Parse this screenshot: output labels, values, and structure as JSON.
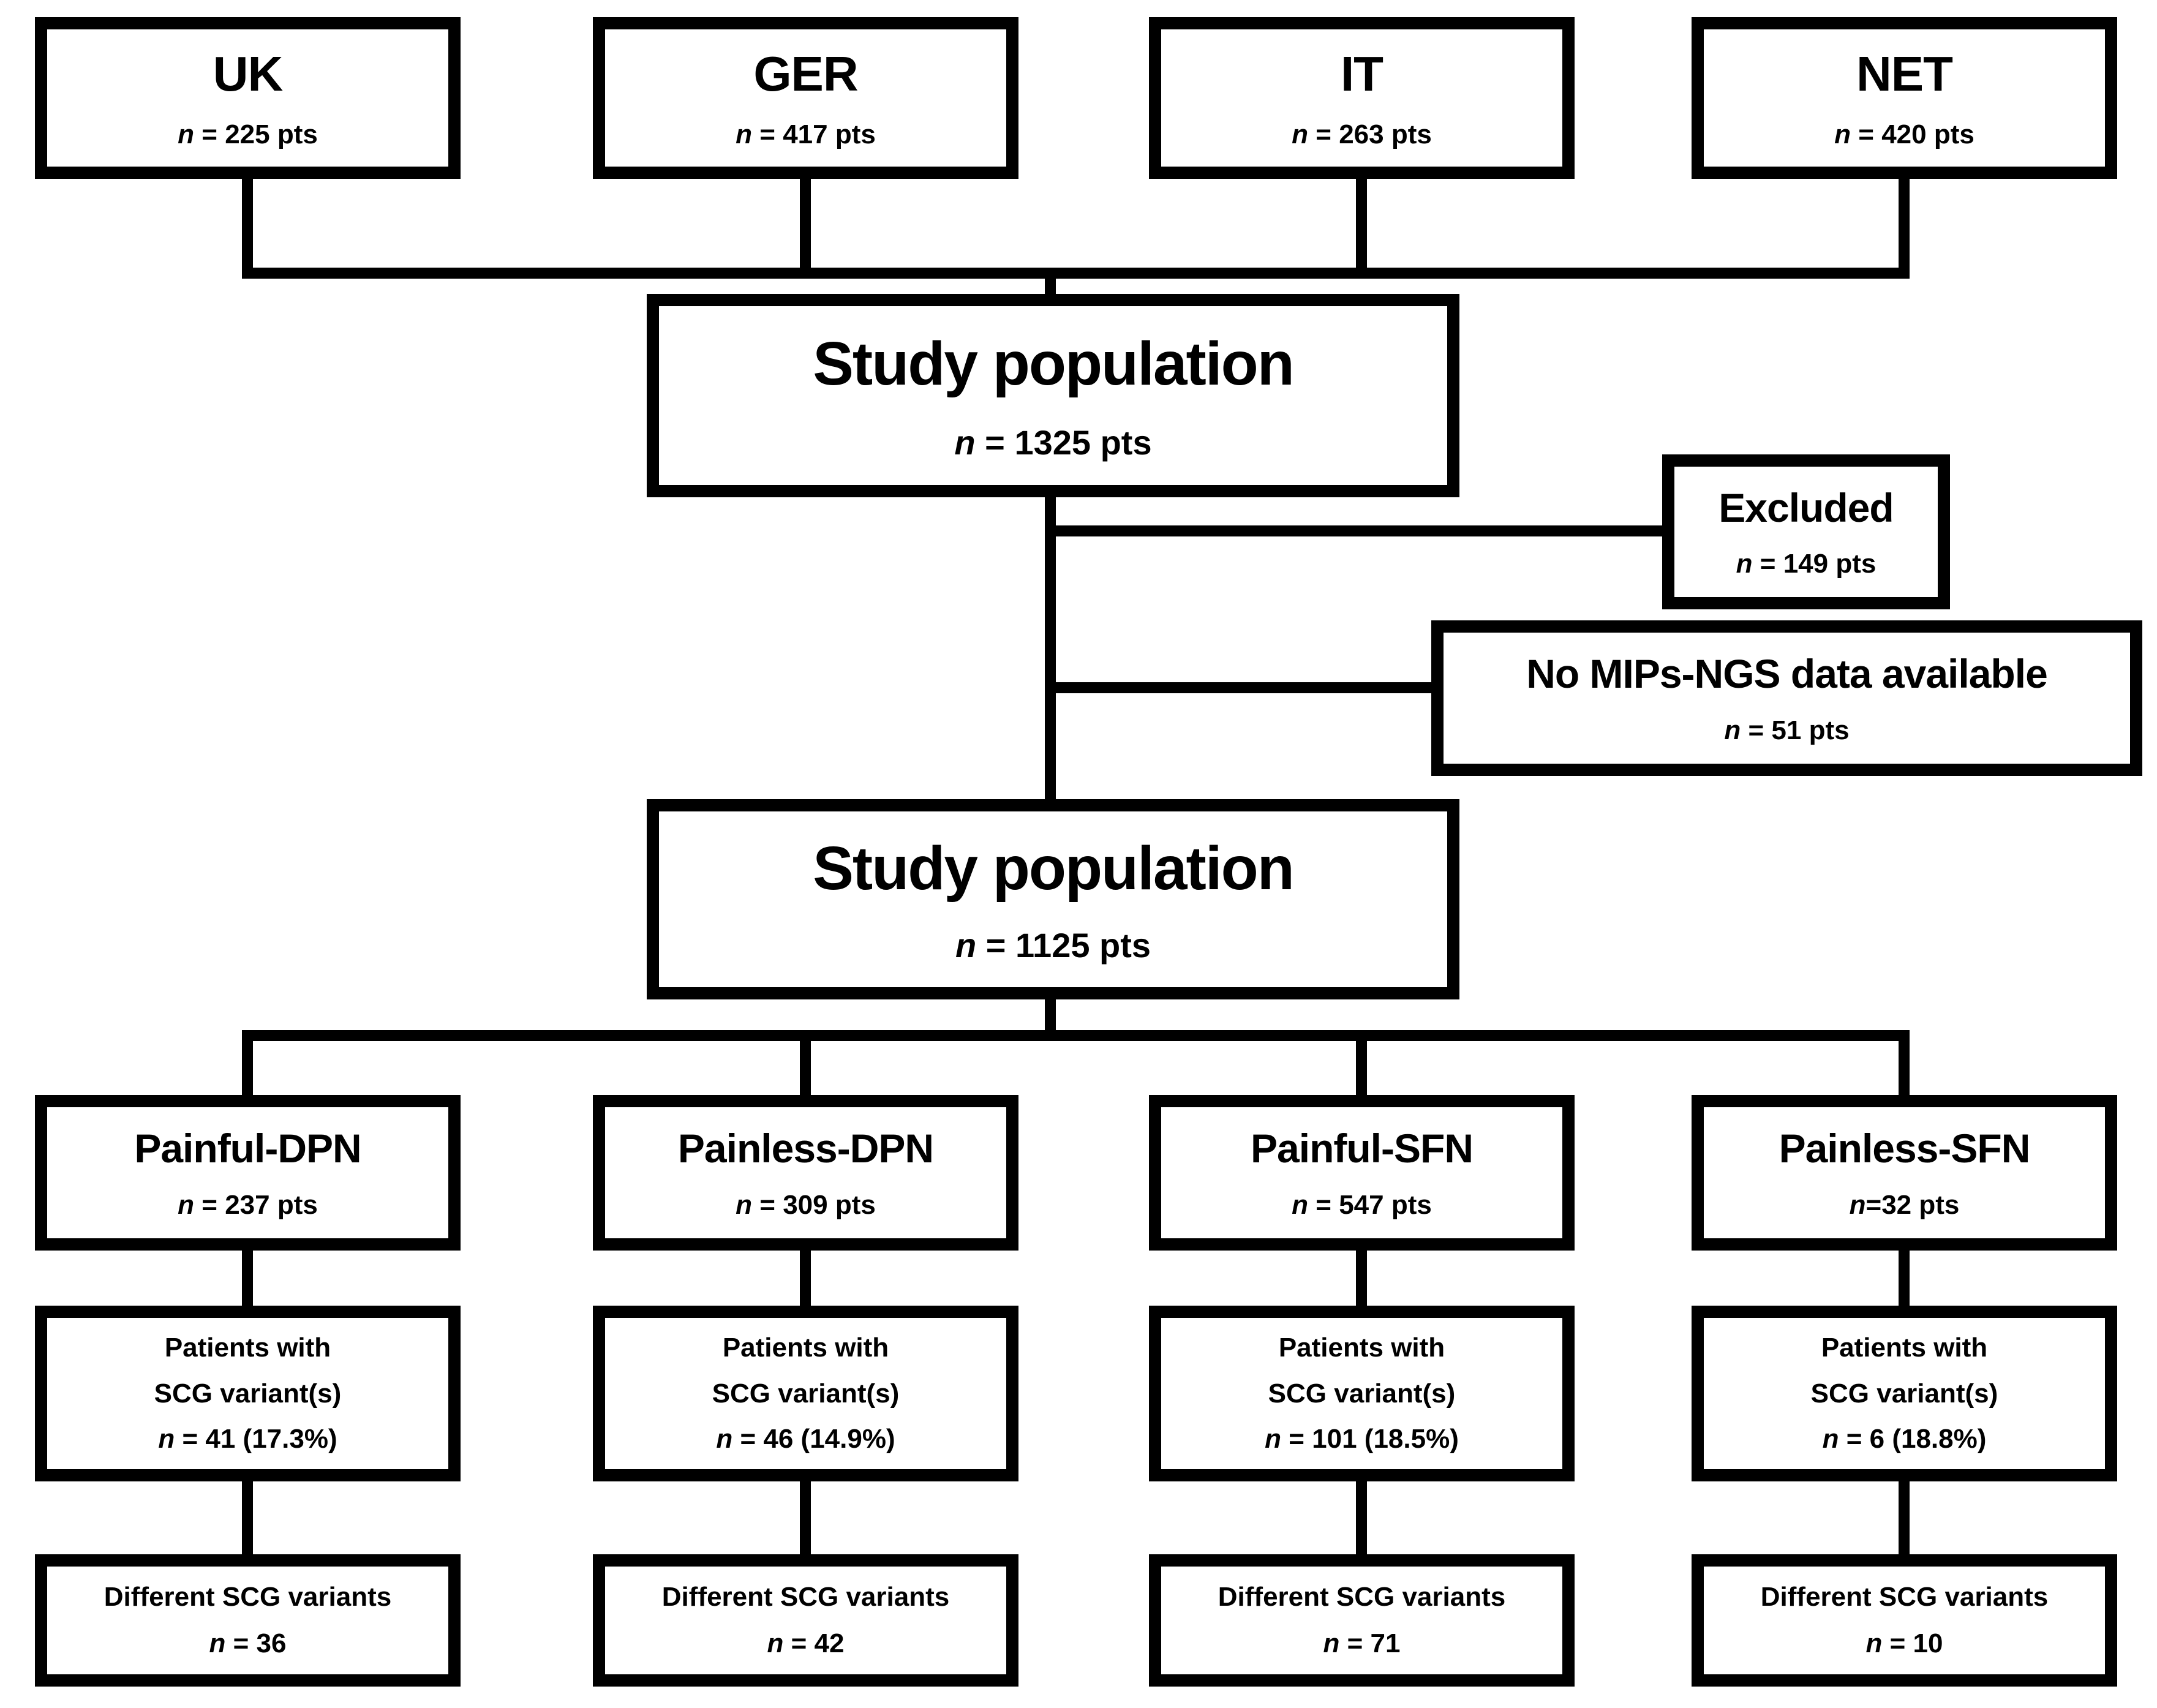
{
  "meta": {
    "background_color": "#ffffff",
    "line_color": "#000000",
    "text_color": "#000000"
  },
  "n_symbol": "n",
  "top_row": [
    {
      "title": "UK",
      "count": " = 225 pts"
    },
    {
      "title": "GER",
      "count": " = 417 pts"
    },
    {
      "title": "IT",
      "count": " = 263 pts"
    },
    {
      "title": "NET",
      "count": " = 420 pts"
    }
  ],
  "study_population_initial": {
    "title": "Study population",
    "count": " = 1325 pts"
  },
  "excluded": {
    "title": "Excluded",
    "count": " = 149 pts"
  },
  "no_mips": {
    "title": "No MIPs-NGS data available",
    "count": " = 51 pts"
  },
  "study_population_final": {
    "title": "Study population",
    "count": " = 1125 pts"
  },
  "groups": [
    {
      "title": "Painful-DPN",
      "count": " = 237 pts",
      "scg_line1": "Patients with",
      "scg_line2": "SCG variant(s)",
      "scg_count": " = 41 (17.3%)",
      "variants_line": "Different SCG variants",
      "variants_count": " = 36"
    },
    {
      "title": "Painless-DPN",
      "count": " = 309 pts",
      "scg_line1": "Patients with",
      "scg_line2": "SCG variant(s)",
      "scg_count": " = 46 (14.9%)",
      "variants_line": "Different SCG variants",
      "variants_count": " = 42"
    },
    {
      "title": "Painful-SFN",
      "count": " = 547 pts",
      "scg_line1": "Patients with",
      "scg_line2": "SCG variant(s)",
      "scg_count": " = 101 (18.5%)",
      "variants_line": "Different SCG variants",
      "variants_count": " = 71"
    },
    {
      "title": "Painless-SFN",
      "count": "=32 pts",
      "scg_line1": "Patients with",
      "scg_line2": "SCG variant(s)",
      "scg_count": " = 6 (18.8%)",
      "variants_line": "Different SCG variants",
      "variants_count": " = 10"
    }
  ]
}
